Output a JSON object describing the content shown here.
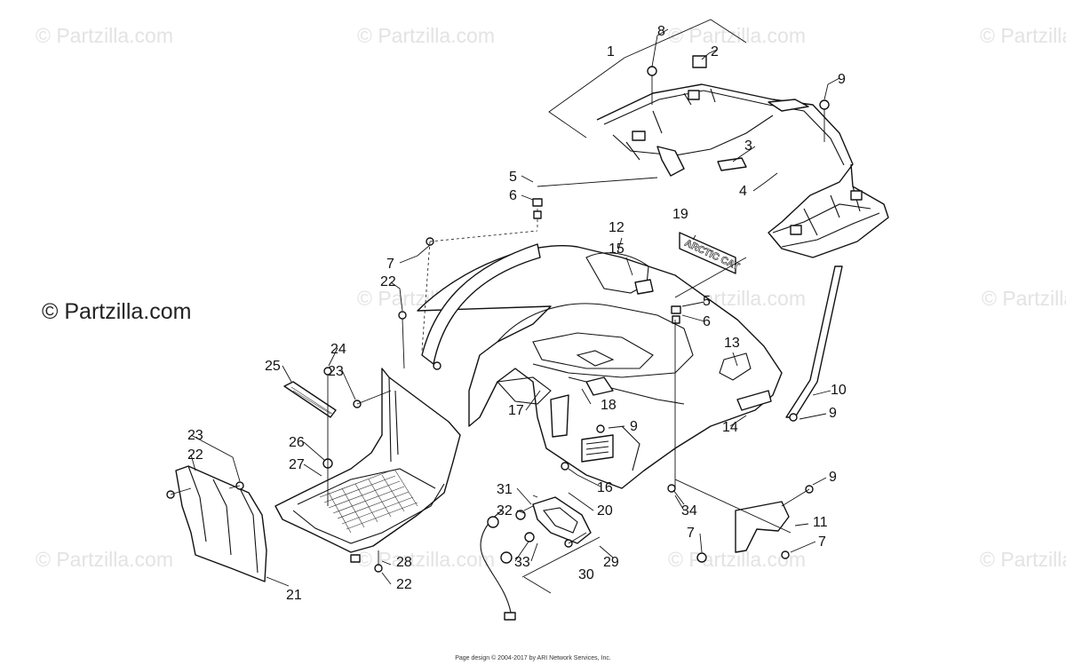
{
  "watermarks": {
    "faint": [
      "© Partzilla.com",
      "© Partzilla.com",
      "© Partzilla.com",
      "© Partzilla.com",
      "© Partzilla.com",
      "© Partzilla.com",
      "© Partzilla.com",
      "© Partzilla.com",
      "© Partzilla.com",
      "© Partzilla.com",
      "© Partzilla.com"
    ],
    "main": "© Partzilla.com"
  },
  "decal_text": "ARCTIC CAT",
  "footer": "Page design © 2004-2017 by ARI Network Services, Inc.",
  "callouts": [
    "1",
    "2",
    "3",
    "4",
    "5",
    "6",
    "7",
    "8",
    "9",
    "9",
    "9",
    "9",
    "10",
    "11",
    "7",
    "12",
    "13",
    "14",
    "15",
    "16",
    "17",
    "18",
    "19",
    "20",
    "21",
    "22",
    "22",
    "22",
    "23",
    "23",
    "24",
    "25",
    "26",
    "27",
    "28",
    "29",
    "30",
    "31",
    "32",
    "33",
    "34",
    "5",
    "6",
    "7"
  ]
}
